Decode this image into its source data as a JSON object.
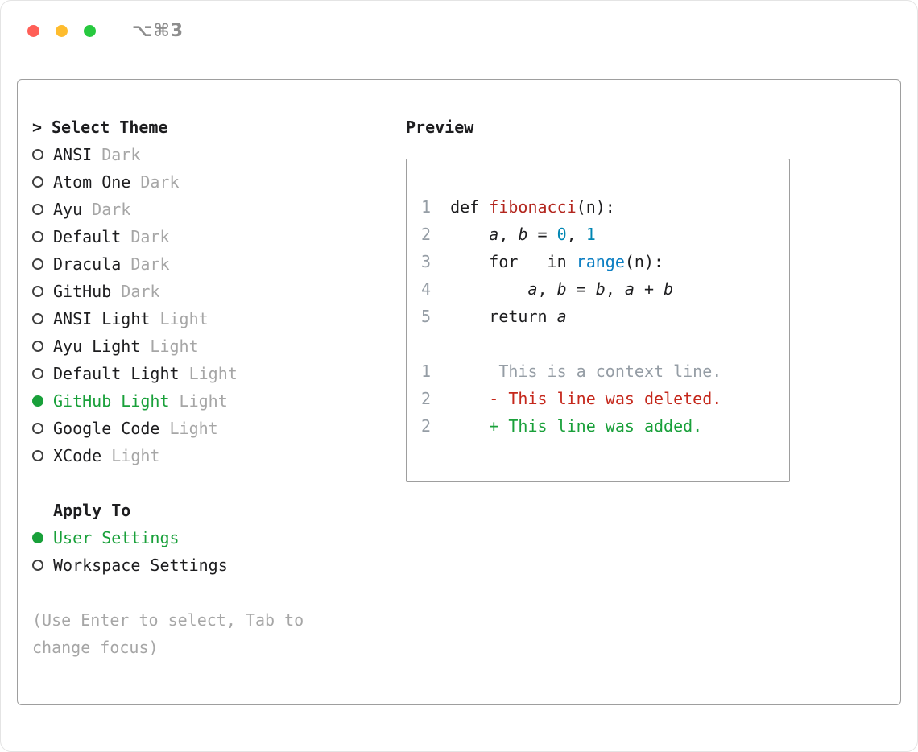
{
  "window": {
    "shortcut": "⌥⌘3",
    "traffic_lights": [
      "close",
      "minimize",
      "zoom"
    ]
  },
  "theme_selector": {
    "prompt": ">",
    "title": "Select Theme",
    "items": [
      {
        "label": "ANSI",
        "variant": "Dark",
        "selected": false
      },
      {
        "label": "Atom One",
        "variant": "Dark",
        "selected": false
      },
      {
        "label": "Ayu",
        "variant": "Dark",
        "selected": false
      },
      {
        "label": "Default",
        "variant": "Dark",
        "selected": false
      },
      {
        "label": "Dracula",
        "variant": "Dark",
        "selected": false
      },
      {
        "label": "GitHub",
        "variant": "Dark",
        "selected": false
      },
      {
        "label": "ANSI Light",
        "variant": "Light",
        "selected": false
      },
      {
        "label": "Ayu Light",
        "variant": "Light",
        "selected": false
      },
      {
        "label": "Default Light",
        "variant": "Light",
        "selected": false
      },
      {
        "label": "GitHub Light",
        "variant": "Light",
        "selected": true
      },
      {
        "label": "Google Code",
        "variant": "Light",
        "selected": false
      },
      {
        "label": "XCode",
        "variant": "Light",
        "selected": false
      }
    ]
  },
  "apply_to": {
    "title": "Apply To",
    "options": [
      {
        "label": "User Settings",
        "selected": true
      },
      {
        "label": "Workspace Settings",
        "selected": false
      }
    ]
  },
  "hint": "(Use Enter to select, Tab to change focus)",
  "preview": {
    "title": "Preview",
    "lines": [
      {
        "num": "1",
        "tokens": [
          {
            "t": "def ",
            "c": "plain"
          },
          {
            "t": "fibonacci",
            "c": "func"
          },
          {
            "t": "(n):",
            "c": "plain"
          }
        ]
      },
      {
        "num": "2",
        "tokens": [
          {
            "t": "    ",
            "c": "plain"
          },
          {
            "t": "a",
            "c": "var"
          },
          {
            "t": ", ",
            "c": "plain"
          },
          {
            "t": "b",
            "c": "var"
          },
          {
            "t": " = ",
            "c": "plain"
          },
          {
            "t": "0",
            "c": "num"
          },
          {
            "t": ", ",
            "c": "plain"
          },
          {
            "t": "1",
            "c": "num"
          }
        ]
      },
      {
        "num": "3",
        "tokens": [
          {
            "t": "    for _ in ",
            "c": "plain"
          },
          {
            "t": "range",
            "c": "kw"
          },
          {
            "t": "(n):",
            "c": "plain"
          }
        ]
      },
      {
        "num": "4",
        "tokens": [
          {
            "t": "        ",
            "c": "plain"
          },
          {
            "t": "a",
            "c": "var"
          },
          {
            "t": ", ",
            "c": "plain"
          },
          {
            "t": "b",
            "c": "var"
          },
          {
            "t": " = ",
            "c": "plain"
          },
          {
            "t": "b",
            "c": "var"
          },
          {
            "t": ", ",
            "c": "plain"
          },
          {
            "t": "a",
            "c": "var"
          },
          {
            "t": " + ",
            "c": "plain"
          },
          {
            "t": "b",
            "c": "var"
          }
        ]
      },
      {
        "num": "5",
        "tokens": [
          {
            "t": "    return ",
            "c": "plain"
          },
          {
            "t": "a",
            "c": "var"
          }
        ]
      },
      {
        "num": "",
        "tokens": []
      },
      {
        "num": "1",
        "tokens": [
          {
            "t": "     This is a context line.",
            "c": "context"
          }
        ]
      },
      {
        "num": "2",
        "tokens": [
          {
            "t": "    - This line was deleted.",
            "c": "del"
          }
        ]
      },
      {
        "num": "2",
        "tokens": [
          {
            "t": "    + This line was added.",
            "c": "add"
          }
        ]
      }
    ]
  },
  "colors": {
    "green": "#19a03a",
    "func_red": "#b3261e",
    "del_red": "#c5281c",
    "num_teal": "#0086b3",
    "kw_blue": "#0d7fc3",
    "muted": "#a6a6a6",
    "gutter": "#959da5",
    "text": "#1d1d1f",
    "border": "#9e9e9e",
    "traffic_red": "#ff5f57",
    "traffic_yellow": "#febc2e",
    "traffic_green": "#27c93f",
    "titlebar_text": "#8e8e8e"
  }
}
